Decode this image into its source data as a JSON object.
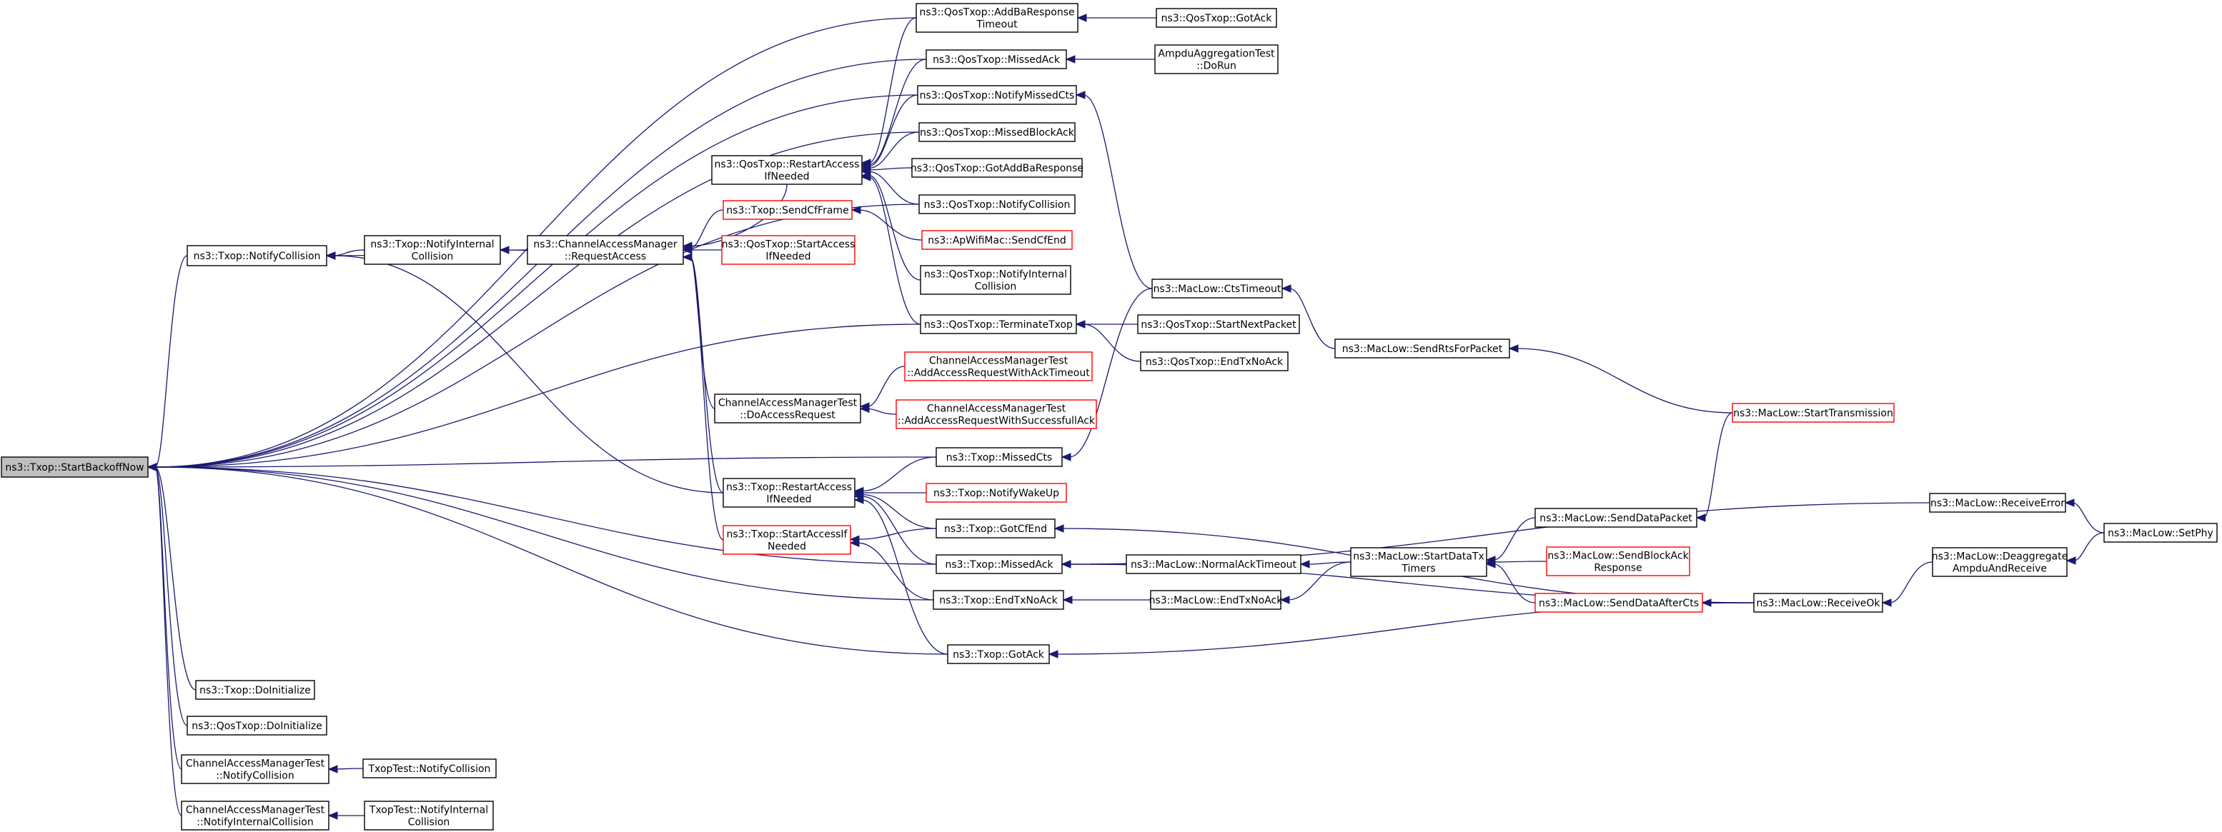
{
  "colors": {
    "edge": "#191970",
    "normal_border": "#000000",
    "truncated_border": "#ff0000",
    "root_fill": "#bfbfbf",
    "fill": "#ffffff"
  },
  "graph": {
    "nodes": [
      {
        "id": "startBackoffNow",
        "lines": [
          "ns3::Txop::StartBackoffNow"
        ],
        "style": "root"
      },
      {
        "id": "txopNotifyCollision",
        "lines": [
          "ns3::Txop::NotifyCollision"
        ],
        "style": "normal"
      },
      {
        "id": "txopDoInitialize",
        "lines": [
          "ns3::Txop::DoInitialize"
        ],
        "style": "normal"
      },
      {
        "id": "qosDoInitialize",
        "lines": [
          "ns3::QosTxop::DoInitialize"
        ],
        "style": "normal"
      },
      {
        "id": "camtNotifyCollision",
        "lines": [
          "ChannelAccessManagerTest",
          "::NotifyCollision"
        ],
        "style": "normal"
      },
      {
        "id": "camtNotifyInternalCollision",
        "lines": [
          "ChannelAccessManagerTest",
          "::NotifyInternalCollision"
        ],
        "style": "normal"
      },
      {
        "id": "txopNotifyInternalCollision",
        "lines": [
          "ns3::Txop::NotifyInternal",
          "Collision"
        ],
        "style": "normal"
      },
      {
        "id": "camRequestAccess",
        "lines": [
          "ns3::ChannelAccessManager",
          "::RequestAccess"
        ],
        "style": "normal"
      },
      {
        "id": "txopTestNotifyCollision",
        "lines": [
          "TxopTest::NotifyCollision"
        ],
        "style": "normal"
      },
      {
        "id": "txopTestNotifyInternalCollision",
        "lines": [
          "TxopTest::NotifyInternal",
          "Collision"
        ],
        "style": "normal"
      },
      {
        "id": "qosRestartAccess",
        "lines": [
          "ns3::QosTxop::RestartAccess",
          "IfNeeded"
        ],
        "style": "normal"
      },
      {
        "id": "sendCfFrame",
        "lines": [
          "ns3::Txop::SendCfFrame"
        ],
        "style": "truncated"
      },
      {
        "id": "qosStartAccess",
        "lines": [
          "ns3::QosTxop::StartAccess",
          "IfNeeded"
        ],
        "style": "truncated"
      },
      {
        "id": "camtDoAccessRequest",
        "lines": [
          "ChannelAccessManagerTest",
          "::DoAccessRequest"
        ],
        "style": "normal"
      },
      {
        "id": "txopRestartAccess",
        "lines": [
          "ns3::Txop::RestartAccess",
          "IfNeeded"
        ],
        "style": "normal"
      },
      {
        "id": "txopStartAccess",
        "lines": [
          "ns3::Txop::StartAccessIf",
          "Needed"
        ],
        "style": "truncated"
      },
      {
        "id": "qosAddBaResponseTimeout",
        "lines": [
          "ns3::QosTxop::AddBaResponse",
          "Timeout"
        ],
        "style": "normal"
      },
      {
        "id": "qosMissedAck",
        "lines": [
          "ns3::QosTxop::MissedAck"
        ],
        "style": "normal"
      },
      {
        "id": "qosNotifyMissedCts",
        "lines": [
          "ns3::QosTxop::NotifyMissedCts"
        ],
        "style": "normal"
      },
      {
        "id": "qosMissedBlockAck",
        "lines": [
          "ns3::QosTxop::MissedBlockAck"
        ],
        "style": "normal"
      },
      {
        "id": "qosGotAddBaResponse",
        "lines": [
          "ns3::QosTxop::GotAddBaResponse"
        ],
        "style": "normal"
      },
      {
        "id": "qosNotifyCollision",
        "lines": [
          "ns3::QosTxop::NotifyCollision"
        ],
        "style": "normal"
      },
      {
        "id": "apSendCfEnd",
        "lines": [
          "ns3::ApWifiMac::SendCfEnd"
        ],
        "style": "truncated"
      },
      {
        "id": "qosNotifyInternalCollision",
        "lines": [
          "ns3::QosTxop::NotifyInternal",
          "Collision"
        ],
        "style": "normal"
      },
      {
        "id": "qosTerminateTxop",
        "lines": [
          "ns3::QosTxop::TerminateTxop"
        ],
        "style": "normal"
      },
      {
        "id": "camtAckTimeout",
        "lines": [
          "ChannelAccessManagerTest",
          "::AddAccessRequestWithAckTimeout"
        ],
        "style": "truncated"
      },
      {
        "id": "camtSuccessfullAck",
        "lines": [
          "ChannelAccessManagerTest",
          "::AddAccessRequestWithSuccessfullAck"
        ],
        "style": "truncated"
      },
      {
        "id": "txopMissedCts",
        "lines": [
          "ns3::Txop::MissedCts"
        ],
        "style": "normal"
      },
      {
        "id": "txopNotifyWakeUp",
        "lines": [
          "ns3::Txop::NotifyWakeUp"
        ],
        "style": "truncated"
      },
      {
        "id": "txopGotCfEnd",
        "lines": [
          "ns3::Txop::GotCfEnd"
        ],
        "style": "normal"
      },
      {
        "id": "txopMissedAck",
        "lines": [
          "ns3::Txop::MissedAck"
        ],
        "style": "normal"
      },
      {
        "id": "txopEndTxNoAck",
        "lines": [
          "ns3::Txop::EndTxNoAck"
        ],
        "style": "normal"
      },
      {
        "id": "txopGotAck",
        "lines": [
          "ns3::Txop::GotAck"
        ],
        "style": "normal"
      },
      {
        "id": "qosGotAck",
        "lines": [
          "ns3::QosTxop::GotAck"
        ],
        "style": "normal"
      },
      {
        "id": "ampduDoRun",
        "lines": [
          "AmpduAggregationTest",
          "::DoRun"
        ],
        "style": "normal"
      },
      {
        "id": "macCtsTimeout",
        "lines": [
          "ns3::MacLow::CtsTimeout"
        ],
        "style": "normal"
      },
      {
        "id": "qosStartNextPacket",
        "lines": [
          "ns3::QosTxop::StartNextPacket"
        ],
        "style": "normal"
      },
      {
        "id": "qosEndTxNoAck",
        "lines": [
          "ns3::QosTxop::EndTxNoAck"
        ],
        "style": "normal"
      },
      {
        "id": "macNormalAckTimeout",
        "lines": [
          "ns3::MacLow::NormalAckTimeout"
        ],
        "style": "normal"
      },
      {
        "id": "macEndTxNoAck",
        "lines": [
          "ns3::MacLow::EndTxNoAck"
        ],
        "style": "normal"
      },
      {
        "id": "macSendRtsForPacket",
        "lines": [
          "ns3::MacLow::SendRtsForPacket"
        ],
        "style": "normal"
      },
      {
        "id": "macStartDataTxTimers",
        "lines": [
          "ns3::MacLow::StartDataTx",
          "Timers"
        ],
        "style": "normal"
      },
      {
        "id": "macStartTransmission",
        "lines": [
          "ns3::MacLow::StartTransmission"
        ],
        "style": "truncated"
      },
      {
        "id": "macSendDataPacket",
        "lines": [
          "ns3::MacLow::SendDataPacket"
        ],
        "style": "normal"
      },
      {
        "id": "macSendBlockAckResponse",
        "lines": [
          "ns3::MacLow::SendBlockAck",
          "Response"
        ],
        "style": "truncated"
      },
      {
        "id": "macSendDataAfterCts",
        "lines": [
          "ns3::MacLow::SendDataAfterCts"
        ],
        "style": "truncated"
      },
      {
        "id": "macReceiveOk",
        "lines": [
          "ns3::MacLow::ReceiveOk"
        ],
        "style": "normal"
      },
      {
        "id": "macReceiveError",
        "lines": [
          "ns3::MacLow::ReceiveError"
        ],
        "style": "normal"
      },
      {
        "id": "macDeaggregate",
        "lines": [
          "ns3::MacLow::Deaggregate",
          "AmpduAndReceive"
        ],
        "style": "normal"
      },
      {
        "id": "macSetPhy",
        "lines": [
          "ns3::MacLow::SetPhy"
        ],
        "style": "normal"
      }
    ],
    "edges": [
      {
        "from": "txopNotifyCollision",
        "to": "startBackoffNow"
      },
      {
        "from": "txopDoInitialize",
        "to": "startBackoffNow"
      },
      {
        "from": "qosDoInitialize",
        "to": "startBackoffNow"
      },
      {
        "from": "camtNotifyCollision",
        "to": "startBackoffNow"
      },
      {
        "from": "camtNotifyInternalCollision",
        "to": "startBackoffNow"
      },
      {
        "from": "qosAddBaResponseTimeout",
        "to": "startBackoffNow"
      },
      {
        "from": "qosMissedAck",
        "to": "startBackoffNow"
      },
      {
        "from": "qosNotifyMissedCts",
        "to": "startBackoffNow"
      },
      {
        "from": "qosMissedBlockAck",
        "to": "startBackoffNow"
      },
      {
        "from": "qosNotifyCollision",
        "to": "startBackoffNow"
      },
      {
        "from": "qosTerminateTxop",
        "to": "startBackoffNow"
      },
      {
        "from": "txopMissedCts",
        "to": "startBackoffNow"
      },
      {
        "from": "txopMissedAck",
        "to": "startBackoffNow"
      },
      {
        "from": "txopEndTxNoAck",
        "to": "startBackoffNow"
      },
      {
        "from": "txopGotAck",
        "to": "startBackoffNow"
      },
      {
        "from": "txopNotifyInternalCollision",
        "to": "txopNotifyCollision"
      },
      {
        "from": "camRequestAccess",
        "to": "txopNotifyCollision"
      },
      {
        "from": "txopRestartAccess",
        "to": "txopNotifyCollision"
      },
      {
        "from": "camRequestAccess",
        "to": "txopNotifyInternalCollision"
      },
      {
        "from": "qosRestartAccess",
        "to": "camRequestAccess"
      },
      {
        "from": "sendCfFrame",
        "to": "camRequestAccess"
      },
      {
        "from": "qosStartAccess",
        "to": "camRequestAccess"
      },
      {
        "from": "camtDoAccessRequest",
        "to": "camRequestAccess"
      },
      {
        "from": "txopRestartAccess",
        "to": "camRequestAccess"
      },
      {
        "from": "txopStartAccess",
        "to": "camRequestAccess"
      },
      {
        "from": "txopTestNotifyCollision",
        "to": "camtNotifyCollision"
      },
      {
        "from": "txopTestNotifyInternalCollision",
        "to": "camtNotifyInternalCollision"
      },
      {
        "from": "qosAddBaResponseTimeout",
        "to": "qosRestartAccess"
      },
      {
        "from": "qosMissedAck",
        "to": "qosRestartAccess"
      },
      {
        "from": "qosNotifyMissedCts",
        "to": "qosRestartAccess"
      },
      {
        "from": "qosMissedBlockAck",
        "to": "qosRestartAccess"
      },
      {
        "from": "qosGotAddBaResponse",
        "to": "qosRestartAccess"
      },
      {
        "from": "qosNotifyCollision",
        "to": "qosRestartAccess"
      },
      {
        "from": "qosNotifyInternalCollision",
        "to": "qosRestartAccess"
      },
      {
        "from": "qosTerminateTxop",
        "to": "qosRestartAccess"
      },
      {
        "from": "apSendCfEnd",
        "to": "sendCfFrame"
      },
      {
        "from": "camtAckTimeout",
        "to": "camtDoAccessRequest"
      },
      {
        "from": "camtSuccessfullAck",
        "to": "camtDoAccessRequest"
      },
      {
        "from": "txopMissedCts",
        "to": "txopRestartAccess"
      },
      {
        "from": "txopNotifyWakeUp",
        "to": "txopRestartAccess"
      },
      {
        "from": "txopGotCfEnd",
        "to": "txopRestartAccess"
      },
      {
        "from": "txopMissedAck",
        "to": "txopRestartAccess"
      },
      {
        "from": "txopGotAck",
        "to": "txopRestartAccess"
      },
      {
        "from": "txopGotCfEnd",
        "to": "txopStartAccess"
      },
      {
        "from": "txopEndTxNoAck",
        "to": "txopStartAccess"
      },
      {
        "from": "qosGotAck",
        "to": "qosAddBaResponseTimeout"
      },
      {
        "from": "ampduDoRun",
        "to": "qosMissedAck"
      },
      {
        "from": "macCtsTimeout",
        "to": "qosNotifyMissedCts"
      },
      {
        "from": "qosStartNextPacket",
        "to": "qosTerminateTxop"
      },
      {
        "from": "qosEndTxNoAck",
        "to": "qosTerminateTxop"
      },
      {
        "from": "macCtsTimeout",
        "to": "txopMissedCts"
      },
      {
        "from": "macReceiveOk",
        "to": "txopGotCfEnd"
      },
      {
        "from": "macNormalAckTimeout",
        "to": "txopMissedAck"
      },
      {
        "from": "macReceiveError",
        "to": "txopMissedAck"
      },
      {
        "from": "macReceiveOk",
        "to": "txopMissedAck"
      },
      {
        "from": "macEndTxNoAck",
        "to": "txopEndTxNoAck"
      },
      {
        "from": "macReceiveOk",
        "to": "txopGotAck"
      },
      {
        "from": "macSendRtsForPacket",
        "to": "macCtsTimeout"
      },
      {
        "from": "macStartDataTxTimers",
        "to": "macNormalAckTimeout"
      },
      {
        "from": "macStartDataTxTimers",
        "to": "macEndTxNoAck"
      },
      {
        "from": "macStartTransmission",
        "to": "macSendRtsForPacket"
      },
      {
        "from": "macSendDataPacket",
        "to": "macStartDataTxTimers"
      },
      {
        "from": "macSendBlockAckResponse",
        "to": "macStartDataTxTimers"
      },
      {
        "from": "macSendDataAfterCts",
        "to": "macStartDataTxTimers"
      },
      {
        "from": "macStartTransmission",
        "to": "macSendDataPacket"
      },
      {
        "from": "macReceiveOk",
        "to": "macSendDataAfterCts"
      },
      {
        "from": "macDeaggregate",
        "to": "macReceiveOk"
      },
      {
        "from": "macSetPhy",
        "to": "macReceiveError"
      },
      {
        "from": "macSetPhy",
        "to": "macDeaggregate"
      }
    ]
  }
}
